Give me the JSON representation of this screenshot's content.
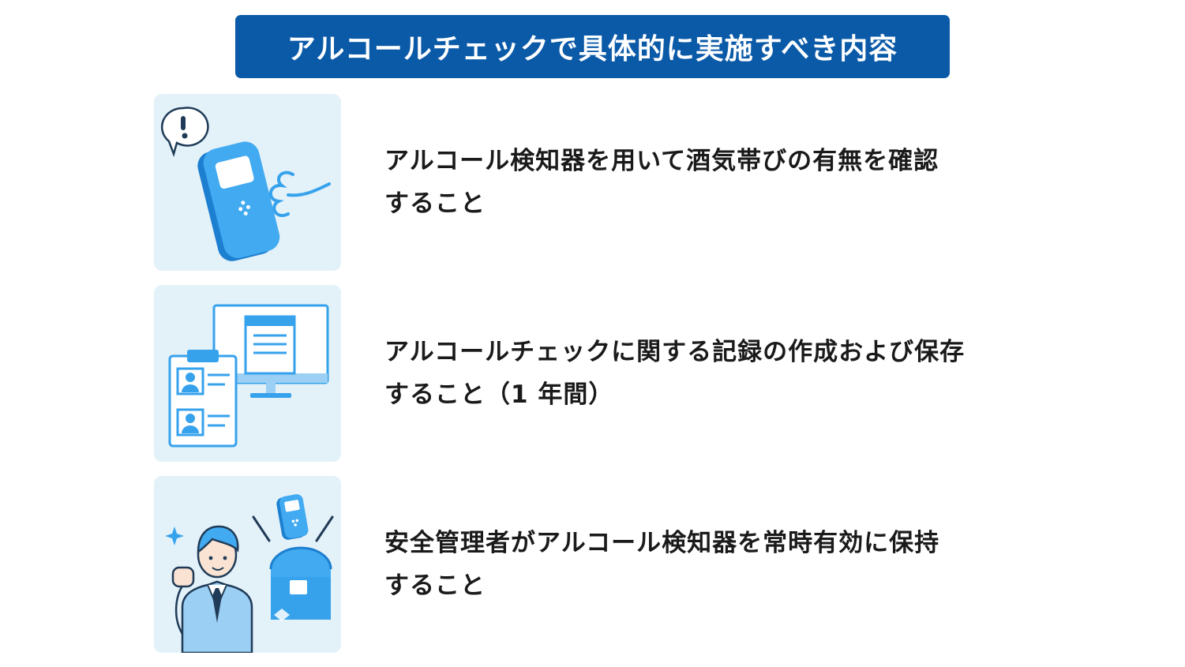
{
  "title": "アルコールチェックで具体的に実施すべき内容",
  "colors": {
    "banner": "#0b5aa8",
    "panel": "#e3f1f9",
    "accent": "#36a2ec",
    "text": "#1a1a1a"
  },
  "items": [
    {
      "icon": "alcohol-tester-breath-icon",
      "line1": "アルコール検知器を用いて酒気帯びの有無を確認",
      "line2": "すること"
    },
    {
      "icon": "records-monitor-clipboard-icon",
      "line1": "アルコールチェックに関する記録の作成および保存",
      "line2": "すること（1 年間）"
    },
    {
      "icon": "safety-manager-toolbox-icon",
      "line1": "安全管理者がアルコール検知器を常時有効に保持",
      "line2": "すること"
    }
  ]
}
